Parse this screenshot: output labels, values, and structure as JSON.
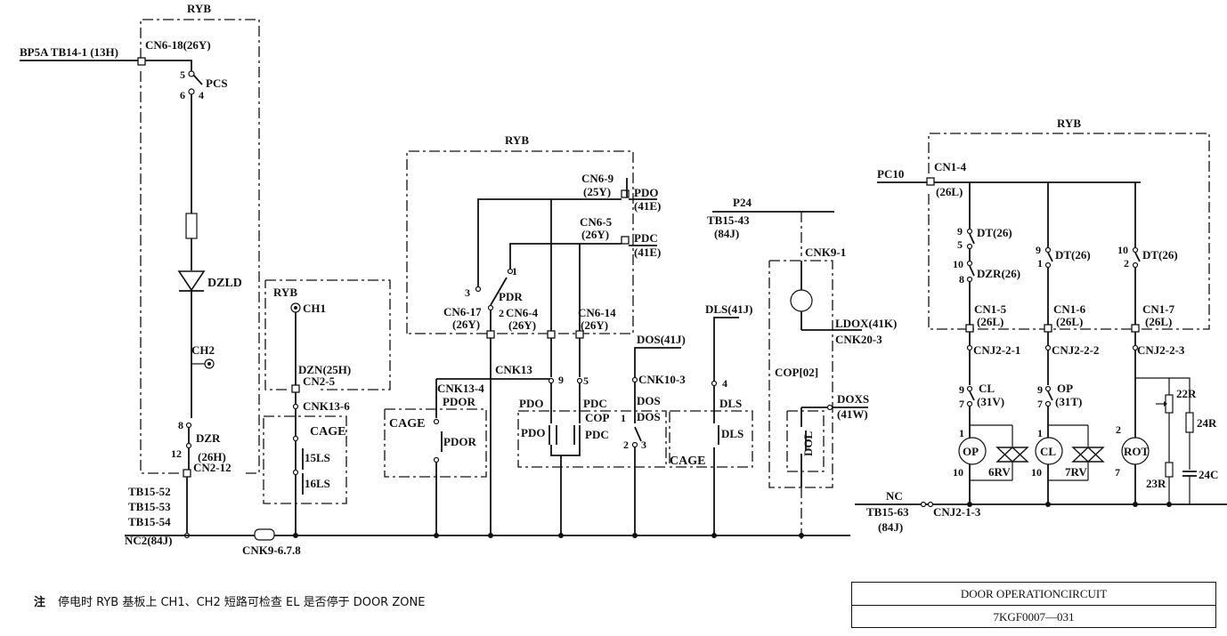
{
  "labels": {
    "ryb_1": "RYB",
    "bp5a": "BP5A TB14-1 (13H)",
    "cn6_18": "CN6-18(26Y)",
    "pcs": "PCS",
    "pcs_5": "5",
    "pcs_6": "6",
    "pcs_4": "4",
    "dzld": "DZLD",
    "ch2": "CH2",
    "dzr_8": "8",
    "dzr": "DZR",
    "dzr_12": "12",
    "dzr_26h": "(26H)",
    "cn2_12": "CN2-12",
    "tb15_52": "TB15-52",
    "tb15_53": "TB15-53",
    "tb15_54": "TB15-54",
    "nc2": "NC2(84J)",
    "cnk9_678": "CNK9-6.7.8",
    "ryb_ch": "RYB",
    "ch1": "CH1",
    "dzn": "DZN(25H)",
    "cn2_5": "CN2-5",
    "cnk13_6": "CNK13-6",
    "cage_1": "CAGE",
    "ls15": "15LS",
    "ls16": "16LS",
    "ryb_2": "RYB",
    "cn6_9": "CN6-9",
    "cn6_9_25y": "(25Y)",
    "pdo_top": "PDO",
    "pdo_41e": "(41E)",
    "cn6_5": "CN6-5",
    "cn6_5_26y": "(26Y)",
    "pdc_top": "PDC",
    "pdc_41e": "(41E)",
    "pdr_3": "3",
    "pdr_1": "1",
    "pdr_2": "2",
    "pdr": "PDR",
    "cn6_17": "CN6-17",
    "cn6_17_26y": "(26Y)",
    "cn6_4": "CN6-4",
    "cn6_4_26y": "(26Y)",
    "cn6_14": "CN6-14",
    "cn6_14_26y": "(26Y)",
    "cnk13": "CNK13",
    "cnk13_9": "9",
    "cnk13_5": "5",
    "cnk13_4": "CNK13-4",
    "pdor_top": "PDOR",
    "cage_2": "CAGE",
    "pdor": "PDOR",
    "pdo_mid": "PDO",
    "pdc_mid": "PDC",
    "cop_mid": "COP",
    "pdo_sw": "PDO",
    "pdc_sw": "PDC",
    "dos_41j": "DOS(41J)",
    "cnk10_3": "CNK10-3",
    "dos": "DOS",
    "dos_1": "1",
    "dos_sw": "DOS",
    "dos_2": "2",
    "dos_3": "3",
    "dls_41j": "DLS(41J)",
    "dls_4": "4",
    "dls_top": "DLS",
    "dls_sw": "DLS",
    "cage_3": "CAGE",
    "p24": "P24",
    "tb15_43": "TB15-43",
    "tb15_43_84j": "(84J)",
    "cnk9_1": "CNK9-1",
    "ldox": "LDOX(41K)",
    "cnk20_3": "CNK20-3",
    "cop02": "COP[02]",
    "doxs": "DOXS",
    "doxs_41w": "(41W)",
    "dol": "DOL",
    "ryb_3": "RYB",
    "pc10": "PC10",
    "cn1_4": "CN1-4",
    "cn1_4_26l": "(26L)",
    "dt_1_9": "9",
    "dt_1_5": "5",
    "dt_1": "DT(26)",
    "dzr_2_10": "10",
    "dzr_2_8": "8",
    "dzr_2": "DZR(26)",
    "dt_2_9": "9",
    "dt_2_1": "1",
    "dt_2": "DT(26)",
    "dt_3_10": "10",
    "dt_3_2": "2",
    "dt_3": "DT(26)",
    "cn1_5": "CN1-5",
    "cn1_5_26l": "(26L)",
    "cn1_6": "CN1-6",
    "cn1_6_26l": "(26L)",
    "cn1_7": "CN1-7",
    "cn1_7_26l": "(26L)",
    "cnj2_2_1": "CNJ2-2-1",
    "cnj2_2_2": "CNJ2-2-2",
    "cnj2_2_3": "CNJ2-2-3",
    "cl_9": "9",
    "cl_7": "7",
    "cl": "CL",
    "cl_31v": "(31V)",
    "op_9": "9",
    "op_7": "7",
    "op": "OP",
    "op_31t": "(31T)",
    "m1_1": "1",
    "m1": "OP",
    "m1_10": "10",
    "rv6": "6RV",
    "m2_1": "1",
    "m2": "CL",
    "m2_10": "10",
    "rv7": "7RV",
    "m3_2": "2",
    "m3": "ROT",
    "m3_7": "7",
    "r22": "22R",
    "r24": "24R",
    "r23": "23R",
    "c24": "24C",
    "nc": "NC",
    "tb15_63": "TB15-63",
    "tb15_63_84j": "(84J)",
    "cnj2_1_3": "CNJ2-1-3"
  },
  "note": {
    "mark": "注",
    "text": "停电时 RYB 基板上 CH1、CH2 短路可检查 EL 是否停于 DOOR ZONE"
  },
  "title_block": {
    "title": "DOOR OPERATIONCIRCUIT",
    "number": "7KGF0007—031"
  }
}
